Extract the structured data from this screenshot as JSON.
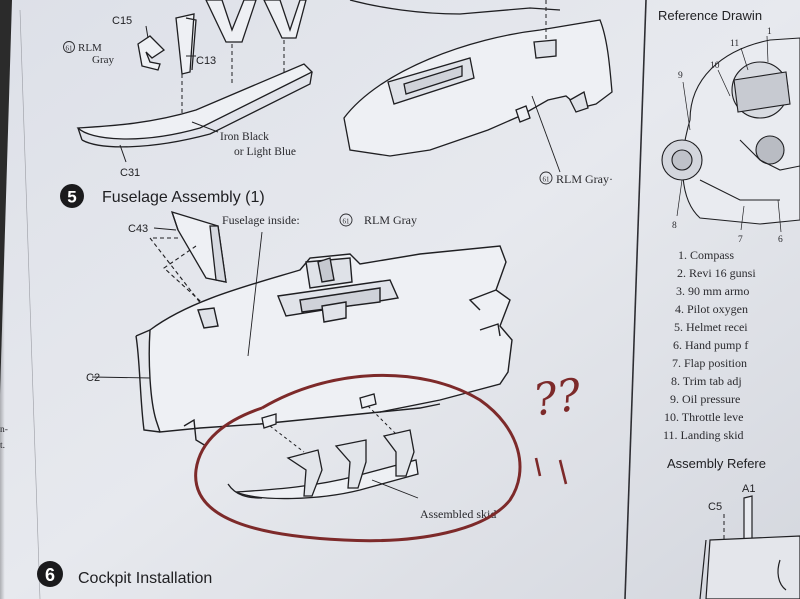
{
  "labels": {
    "c15": "C15",
    "c13": "C13",
    "c31": "C31",
    "c43": "C43",
    "c2": "C2",
    "rlm_gray_top": "RLM",
    "rlm_gray_top2": "Gray",
    "paint_61_top": "61",
    "iron_black": "Iron Black",
    "light_blue": "or Light Blue",
    "paint_61_right": "61",
    "rlm_gray_right": "RLM Gray·",
    "fuselage_inside": "Fuselage inside:",
    "paint_61_mid": "61",
    "rlm_gray_mid": "RLM Gray",
    "assembled_skid": "Assembled skid",
    "margin_a": "n-",
    "margin_b": "t."
  },
  "steps": {
    "step5_number": "5",
    "step5_title": "Fuselage Assembly (1)",
    "step6_number": "6",
    "step6_title": "Cockpit Installation"
  },
  "reference": {
    "title": "Reference Drawin",
    "callout_1": "1",
    "callout_6": "6",
    "callout_7": "7",
    "callout_8": "8",
    "callout_9": "9",
    "callout_10": "10",
    "callout_11": "11",
    "items": [
      "1.  Compass",
      "2.  Revi 16 gunsi",
      "3.  90 mm armo",
      "4.  Pilot oxygen",
      "5.  Helmet recei",
      "6.  Hand pump f",
      "7.  Flap position",
      "8.  Trim tab adj",
      "9.  Oil pressure",
      "10.  Throttle leve",
      "11.  Landing skid"
    ],
    "assembly_ref_title": "Assembly Refere",
    "a1": "A1",
    "c5": "C5"
  },
  "annotations": {
    "question_marks": "??"
  },
  "colors": {
    "paper": "#e4e6ec",
    "ink": "#1f1f22",
    "marker": "#7d2a2a",
    "table": "#2b2b2b"
  }
}
